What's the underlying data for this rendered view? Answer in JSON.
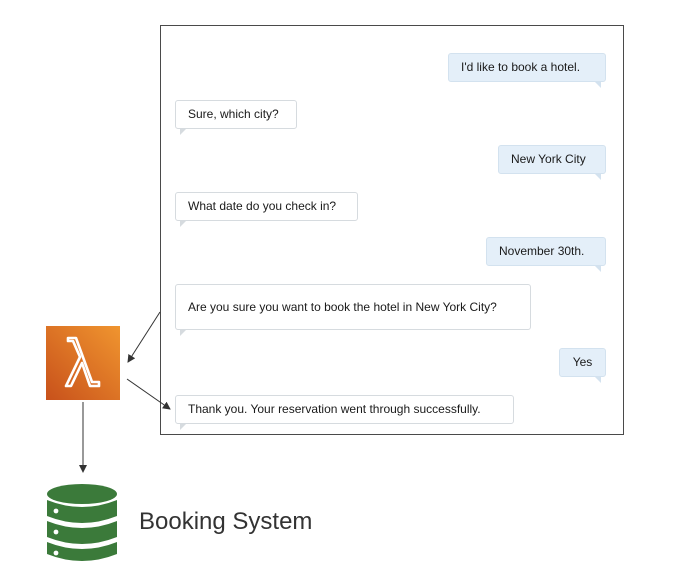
{
  "conversation": [
    {
      "speaker": "user",
      "text": "I'd like to book a hotel."
    },
    {
      "speaker": "bot",
      "text": "Sure, which city?"
    },
    {
      "speaker": "user",
      "text": "New York City"
    },
    {
      "speaker": "bot",
      "text": "What date do you check in?"
    },
    {
      "speaker": "user",
      "text": "November 30th."
    },
    {
      "speaker": "bot",
      "text": "Are you sure you want to book the hotel in New York City?"
    },
    {
      "speaker": "user",
      "text": "Yes"
    },
    {
      "speaker": "bot",
      "text": "Thank you. Your reservation went through successfully."
    }
  ],
  "icons": {
    "lambda": "lambda-icon",
    "database": "database-icon"
  },
  "colors": {
    "lambda_orange": "#e07b26",
    "database_green": "#3b7a3a",
    "user_bubble": "#e4eff9",
    "bot_bubble": "#ffffff"
  },
  "database_label": "Booking System"
}
